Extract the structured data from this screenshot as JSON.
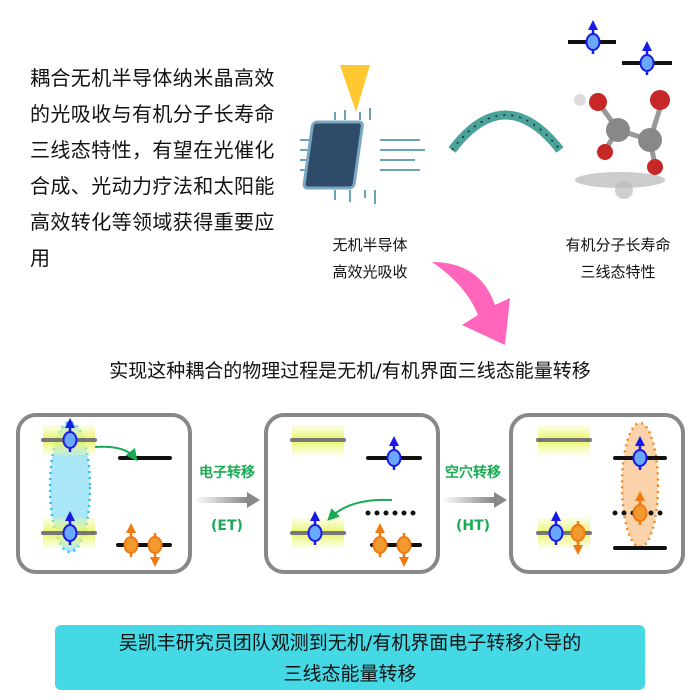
{
  "intro_text": "耦合无机半导体纳米晶高效的光吸收与有机分子长寿命三线态特性，有望在光催化合成、光动力疗法和太阳能高效转化等领域获得重要应用",
  "inorganic_label": [
    "无机半导体",
    "高效光吸收"
  ],
  "organic_label": [
    "有机分子长寿命",
    "三线态特性"
  ],
  "heading": "实现这种耦合的物理过程是无机/有机界面三线态能量转移",
  "steps": [
    {
      "name": "电子转移",
      "abbr": "(ET)"
    },
    {
      "name": "空穴转移",
      "abbr": "(HT)"
    }
  ],
  "banner": [
    "吴凯丰研究员团队观测到无机/有机界面电子转移介导的",
    "三线态能量转移"
  ],
  "colors": {
    "electron": "#1a1ae6",
    "hole": "#f07a10",
    "transfer_arrow": "#1aaa55",
    "banner": "#45d9e6",
    "pink_arrow": "#ff66bb"
  }
}
